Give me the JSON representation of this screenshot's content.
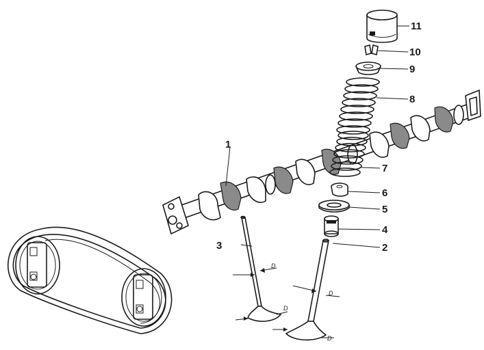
{
  "callouts": [
    {
      "number": "1",
      "part": "camshaft"
    },
    {
      "number": "2",
      "part": "exhaust valve"
    },
    {
      "number": "3",
      "part": "intake valve"
    },
    {
      "number": "4",
      "part": "valve guide"
    },
    {
      "number": "5",
      "part": "spring seat washer"
    },
    {
      "number": "6",
      "part": "valve stem seal"
    },
    {
      "number": "7",
      "part": "inner valve spring"
    },
    {
      "number": "8",
      "part": "outer valve spring"
    },
    {
      "number": "9",
      "part": "spring retainer"
    },
    {
      "number": "10",
      "part": "valve keepers"
    },
    {
      "number": "11",
      "part": "bucket tappet"
    }
  ],
  "dimension_letters": [
    "D",
    "D",
    "D",
    "D"
  ]
}
